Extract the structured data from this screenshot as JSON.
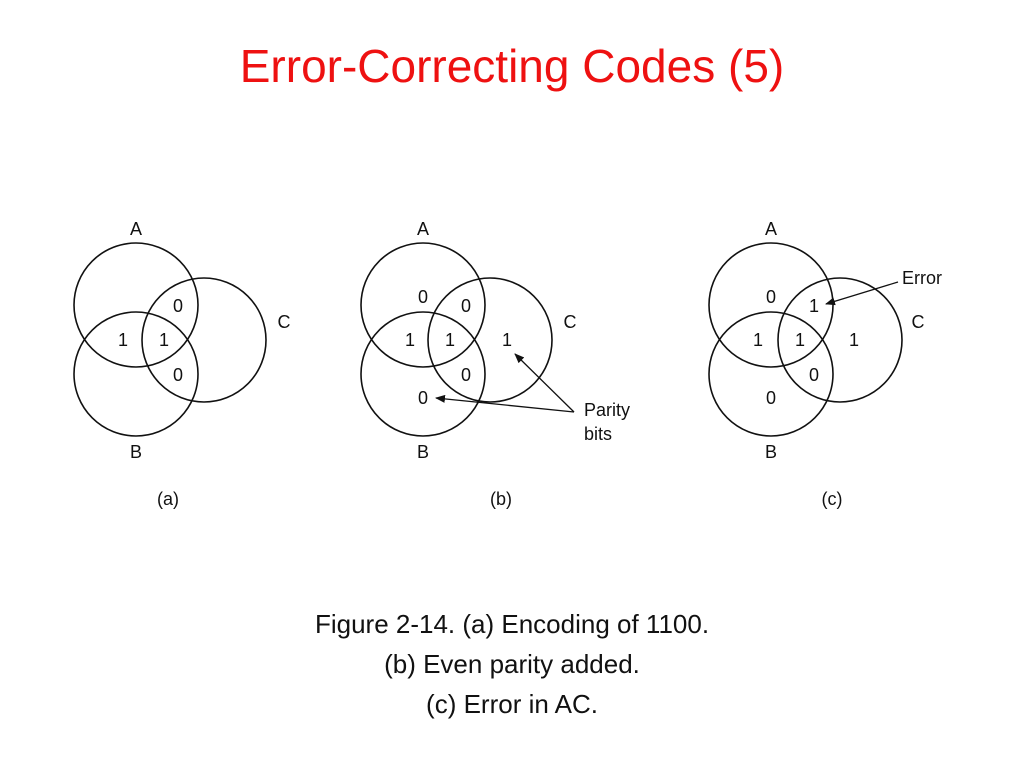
{
  "slide": {
    "title": "Error-Correcting Codes (5)",
    "caption_lines": [
      "Figure 2-14. (a) Encoding of 1100.",
      "(b) Even parity added.",
      "(c) Error in AC."
    ]
  },
  "figure": {
    "colors": {
      "title": "#ee1111",
      "ink": "#111111"
    },
    "panels": [
      {
        "id": "a",
        "label": "(a)",
        "circle_labels": {
          "A": "A",
          "B": "B",
          "C": "C"
        },
        "bits": {
          "a_only": "",
          "ab": "1",
          "abc": "1",
          "ac": "0",
          "bc": "0",
          "b_only": "",
          "c_only": ""
        }
      },
      {
        "id": "b",
        "label": "(b)",
        "circle_labels": {
          "A": "A",
          "B": "B",
          "C": "C"
        },
        "bits": {
          "a_only": "0",
          "ab": "1",
          "abc": "1",
          "ac": "0",
          "bc": "0",
          "b_only": "0",
          "c_only": "1"
        },
        "annotation": {
          "line1": "Parity",
          "line2": "bits"
        }
      },
      {
        "id": "c",
        "label": "(c)",
        "circle_labels": {
          "A": "A",
          "B": "B",
          "C": "C"
        },
        "bits": {
          "a_only": "0",
          "ab": "1",
          "abc": "1",
          "ac": "1",
          "bc": "0",
          "b_only": "0",
          "c_only": "1"
        },
        "annotation": {
          "line1": "Error"
        }
      }
    ]
  }
}
